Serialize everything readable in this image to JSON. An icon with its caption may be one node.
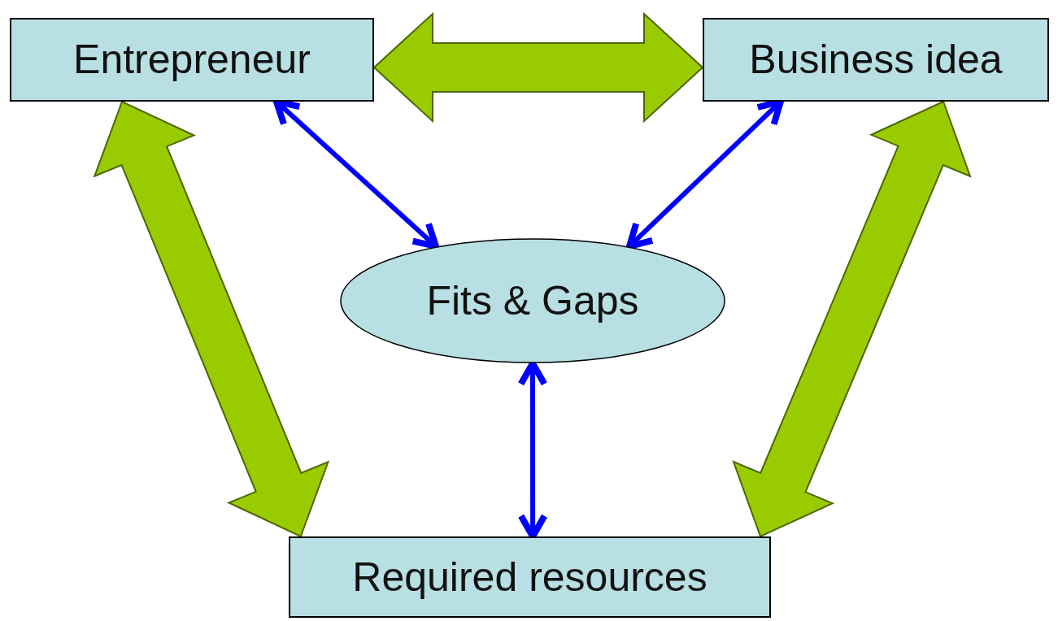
{
  "diagram": {
    "nodes": [
      {
        "text": [
          "Entrepreneur"
        ]
      },
      {
        "text": [
          "Business idea"
        ]
      },
      {
        "text": [
          "Fits & Gaps"
        ]
      },
      {
        "text": [
          "Required resources"
        ]
      }
    ],
    "edges": [
      {
        "from": 0,
        "to": 1,
        "arrow": "both",
        "style": "thick",
        "color": "#99cc00"
      },
      {
        "from": 0,
        "to": 3,
        "arrow": "both",
        "style": "thick",
        "color": "#99cc00"
      },
      {
        "from": 1,
        "to": 3,
        "arrow": "both",
        "style": "thick",
        "color": "#99cc00"
      },
      {
        "from": 0,
        "to": 2,
        "arrow": "both",
        "color": "#0000ff"
      },
      {
        "from": 1,
        "to": 2,
        "arrow": "both",
        "color": "#0000ff"
      },
      {
        "from": 2,
        "to": 3,
        "arrow": "both",
        "color": "#0000ff"
      }
    ]
  }
}
